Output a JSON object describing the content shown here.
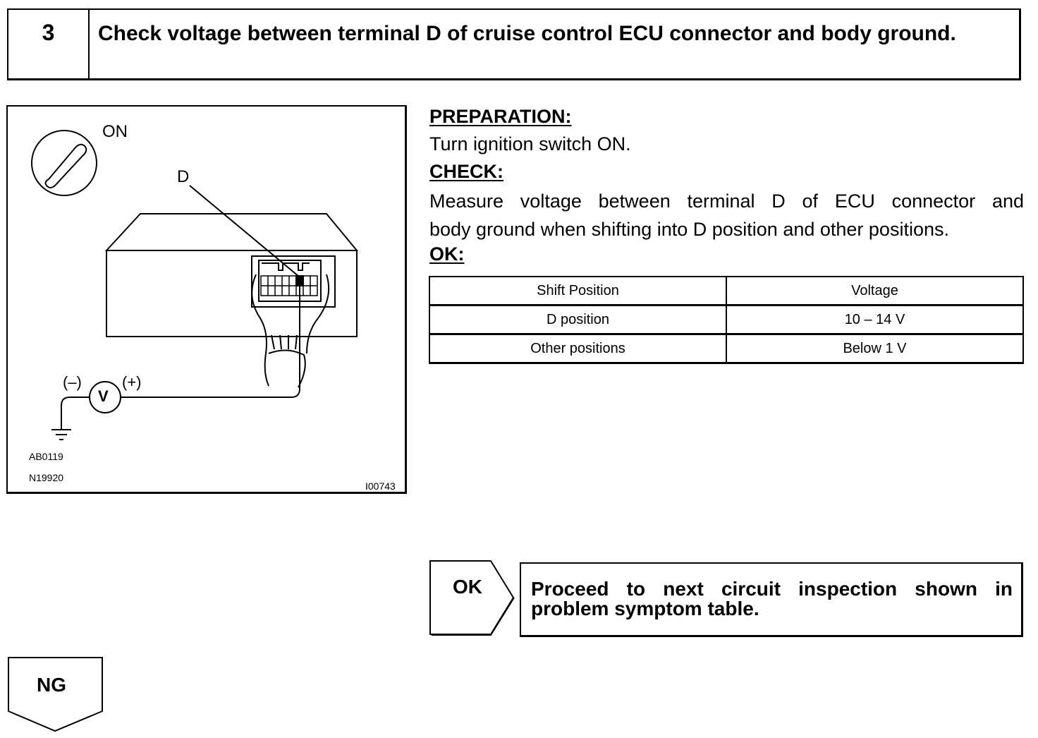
{
  "step": {
    "number": "3",
    "title": "Check voltage between terminal D of cruise control ECU connector and body ground."
  },
  "figure": {
    "ignition_label": "ON",
    "terminal_label": "D",
    "meter_neg": "(–)",
    "meter_pos": "(+)",
    "meter_symbol": "V",
    "code1": "AB0119",
    "code2": "N19920",
    "code3": "I00743"
  },
  "preparation": {
    "heading": "PREPARATION:",
    "text": "Turn ignition switch ON."
  },
  "check": {
    "heading": "CHECK:",
    "line1": "Measure voltage between terminal D of ECU connector and",
    "line2": "body ground when shifting into D position and other positions."
  },
  "ok_spec": {
    "heading": "OK:",
    "headers": [
      "Shift Position",
      "Voltage"
    ],
    "rows": [
      [
        "D position",
        "10 – 14 V"
      ],
      [
        "Other positions",
        "Below 1 V"
      ]
    ]
  },
  "result_ok": {
    "label": "OK",
    "line1": "Proceed to next circuit inspection shown in",
    "line2": "problem symptom table."
  },
  "result_ng": {
    "label": "NG"
  }
}
